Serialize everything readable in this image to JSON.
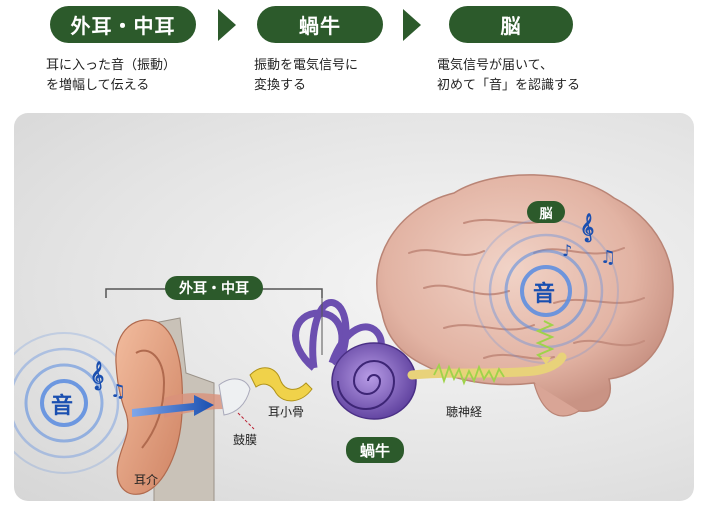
{
  "steps": [
    {
      "title": "外耳・中耳",
      "desc": [
        "耳に入った音（振動）",
        "を増幅して伝える"
      ]
    },
    {
      "title": "蝸牛",
      "desc": [
        "振動を電気信号に",
        "変換する"
      ]
    },
    {
      "title": "脳",
      "desc": [
        "電気信号が届いて、",
        "初めて「音」を認識する"
      ]
    }
  ],
  "diagram": {
    "bracket_label": "外耳・中耳",
    "brain_label": "脳",
    "cochlea_label": "蝸牛",
    "sound_char": "音",
    "parts": {
      "pinna": "耳介",
      "eardrum": "鼓膜",
      "ossicles": "耳小骨",
      "auditory_nerve": "聴神経"
    }
  },
  "colors": {
    "pill_green": "#2c5a2b",
    "sound_blue": "#1a4fb0",
    "brain_pink": "#e8bfb0",
    "cochlea_purple": "#7a5db8",
    "nerve_yellow": "#e8d27a",
    "signal_green": "#9fd34a",
    "ear_skin": "#e8a98a"
  }
}
